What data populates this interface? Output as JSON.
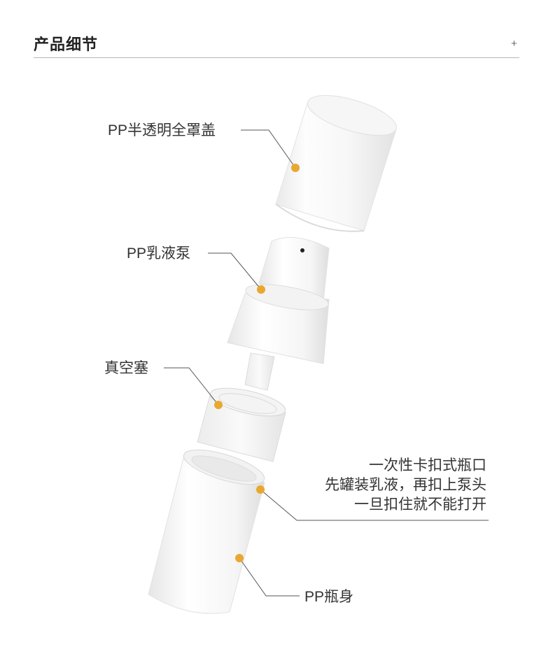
{
  "header": {
    "title": "产品细节",
    "plus": "+"
  },
  "labels": {
    "cap": "PP半透明全罩盖",
    "pump": "PP乳液泵",
    "plug": "真空塞",
    "body": "PP瓶身"
  },
  "note": {
    "line1": "一次性卡扣式瓶口",
    "line2": "先罐装乳液，再扣上泵头",
    "line3": "一旦扣住就不能打开"
  },
  "colors": {
    "marker": "#E8A830",
    "leader": "#555555"
  }
}
